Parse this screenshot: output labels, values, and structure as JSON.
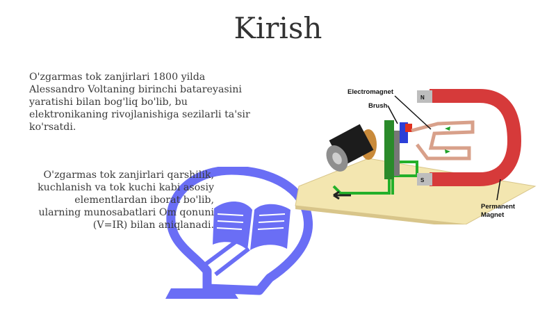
{
  "slide": {
    "title": "Kirish",
    "paragraph1": "O'zgarmas tok zanjirlari 1800 yilda Alessandro Voltaning birinchi batareyasini yaratishi bilan bog'liq bo'lib, bu elektronikaning rivojlanishiga sezilarli ta'sir ko'rsatdi.",
    "paragraph2": "O'zgarmas tok zanjirlari qarshilik, kuchlanish va tok kuchi kabi asosiy elementlardan iborat bo'lib, ularning munosabatlari Om qonuni (V=IR) bilan aniqlanadi."
  },
  "diagram": {
    "label_electromagnet": "Electromagnet",
    "label_brush": "Brush",
    "label_permanent": "Permanent",
    "label_magnet": "Magnet",
    "pole_north": "N",
    "pole_south": "S"
  },
  "colors": {
    "bulb": "#6a6ef5",
    "magnet": "#d63a3a",
    "base": "#f3e6b0",
    "wire": "#23b02a"
  }
}
